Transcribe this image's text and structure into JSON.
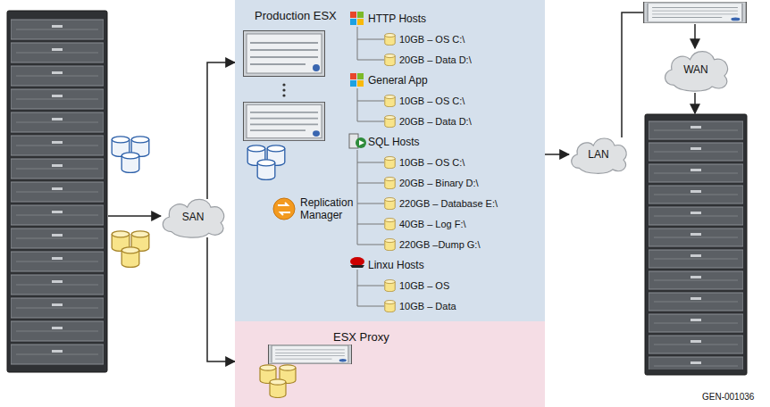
{
  "diagram": {
    "nodes": [
      {
        "text": [
          "SAN"
        ]
      },
      {
        "text": [
          "Production ESX"
        ]
      },
      {
        "text": [
          "ESX Proxy"
        ]
      },
      {
        "text": [
          "LAN"
        ]
      },
      {
        "text": [
          "WAN"
        ]
      }
    ],
    "edges": [
      {
        "from": 0,
        "to": 1,
        "arrow": "to"
      },
      {
        "from": 0,
        "to": 2,
        "arrow": "to"
      },
      {
        "from": 1,
        "to": 3,
        "arrow": "to"
      }
    ],
    "labels": [
      "HTTP Hosts",
      "10GB – OS C:\\",
      "20GB – Data D:\\",
      "General App",
      "10GB – OS C:\\",
      "20GB – Data D:\\",
      "SQL Hosts",
      "10GB – OS C:\\",
      "20GB – Binary D:\\",
      "220GB – Database E:\\",
      "40GB – Log F:\\",
      "220GB –Dump G:\\",
      "Linxu Hosts",
      "10GB – OS",
      "10GB – Data",
      "Replication Manager",
      "GEN-001036"
    ]
  }
}
